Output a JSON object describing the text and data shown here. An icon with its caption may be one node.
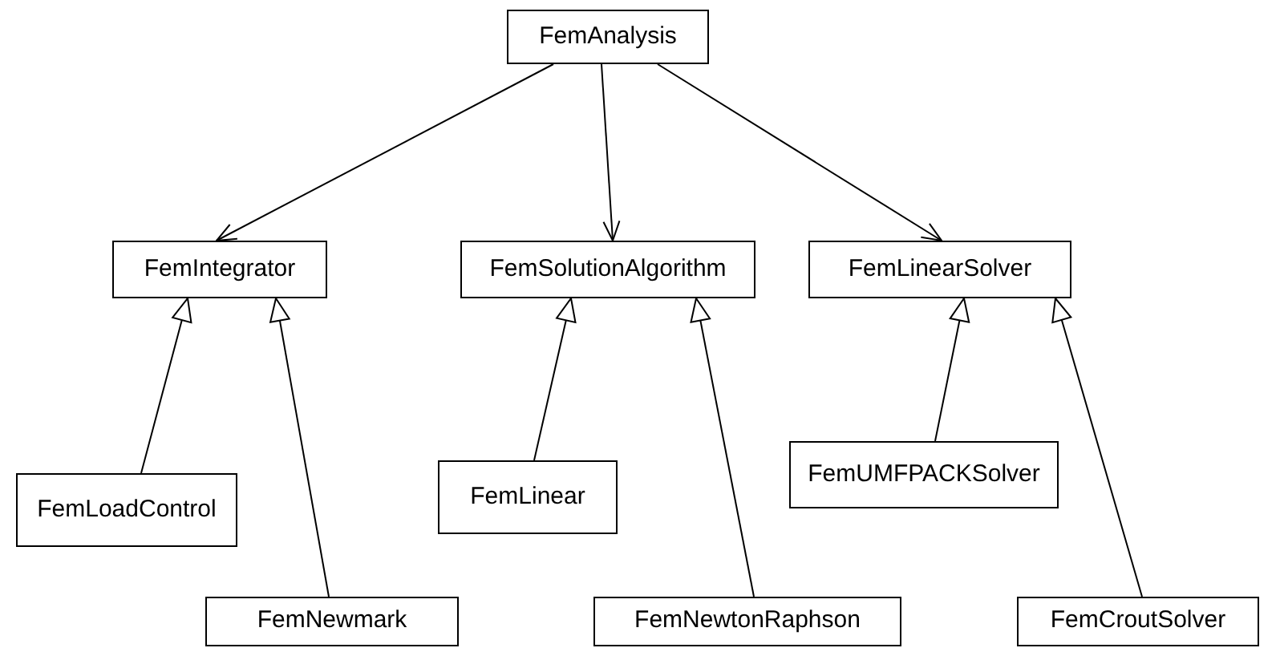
{
  "diagram": {
    "nodes": [
      {
        "text": [
          "FemAnalysis"
        ]
      },
      {
        "text": [
          "FemIntegrator"
        ]
      },
      {
        "text": [
          "FemSolutionAlgorithm"
        ]
      },
      {
        "text": [
          "FemLinearSolver"
        ]
      },
      {
        "text": [
          "FemLoadControl"
        ]
      },
      {
        "text": [
          "FemNewmark"
        ]
      },
      {
        "text": [
          "FemLinear"
        ]
      },
      {
        "text": [
          "FemNewtonRaphson"
        ]
      },
      {
        "text": [
          "FemUMFPACKSolver"
        ]
      },
      {
        "text": [
          "FemCroutSolver"
        ]
      }
    ],
    "edges": [
      {
        "from": 0,
        "to": 1,
        "arrow": "to"
      },
      {
        "from": 0,
        "to": 2,
        "arrow": "to"
      },
      {
        "from": 0,
        "to": 3,
        "arrow": "to"
      },
      {
        "from": 4,
        "to": 1,
        "arrow": "to"
      },
      {
        "from": 5,
        "to": 1,
        "arrow": "to"
      },
      {
        "from": 6,
        "to": 2,
        "arrow": "to"
      },
      {
        "from": 7,
        "to": 2,
        "arrow": "to"
      },
      {
        "from": 8,
        "to": 3,
        "arrow": "to"
      },
      {
        "from": 9,
        "to": 3,
        "arrow": "to"
      }
    ]
  }
}
